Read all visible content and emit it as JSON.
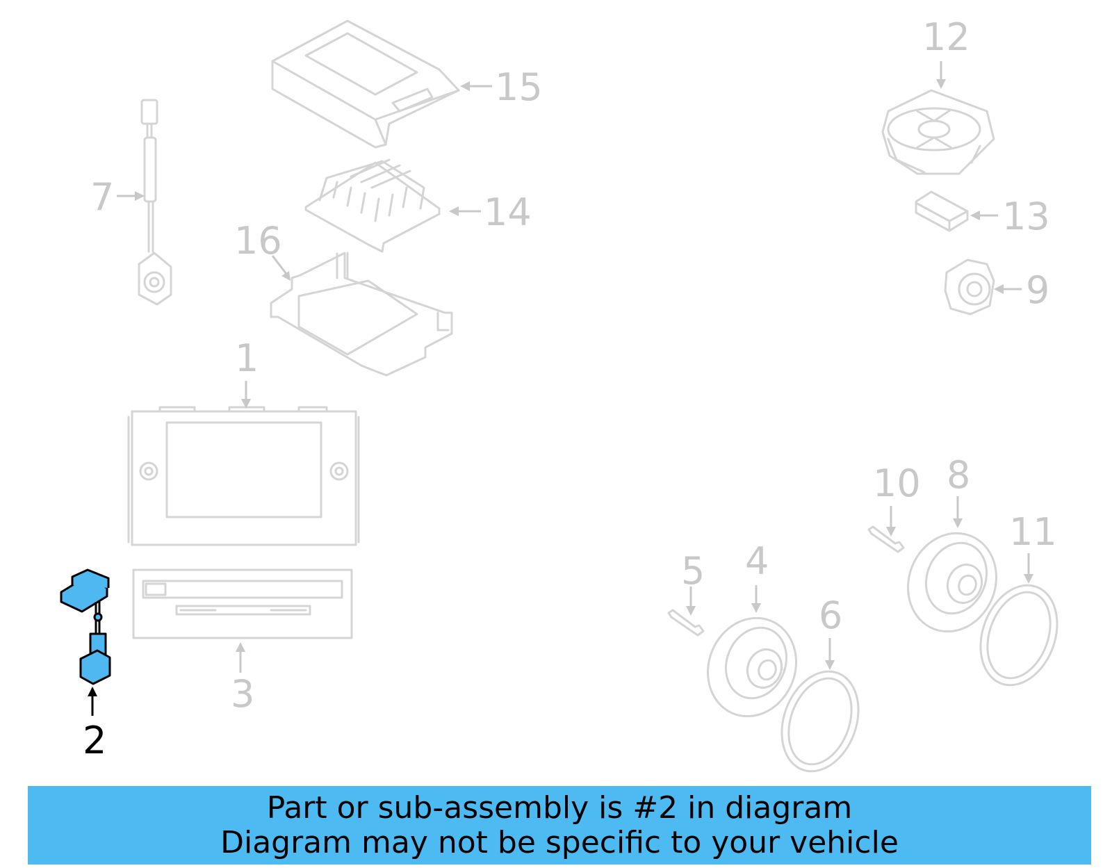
{
  "callouts": {
    "c1": "1",
    "c2": "2",
    "c3": "3",
    "c4": "4",
    "c5": "5",
    "c6": "6",
    "c7": "7",
    "c8": "8",
    "c9": "9",
    "c10": "10",
    "c11": "11",
    "c12": "12",
    "c13": "13",
    "c14": "14",
    "c15": "15",
    "c16": "16"
  },
  "highlighted_part": "2",
  "colors": {
    "highlight": "#4fb8f0",
    "banner": "#4dbaf2",
    "inactive": "#c8c8c8"
  },
  "banner": {
    "line1": "Part or sub-assembly is #2 in diagram",
    "line2": "Diagram may not be specific to your vehicle"
  }
}
